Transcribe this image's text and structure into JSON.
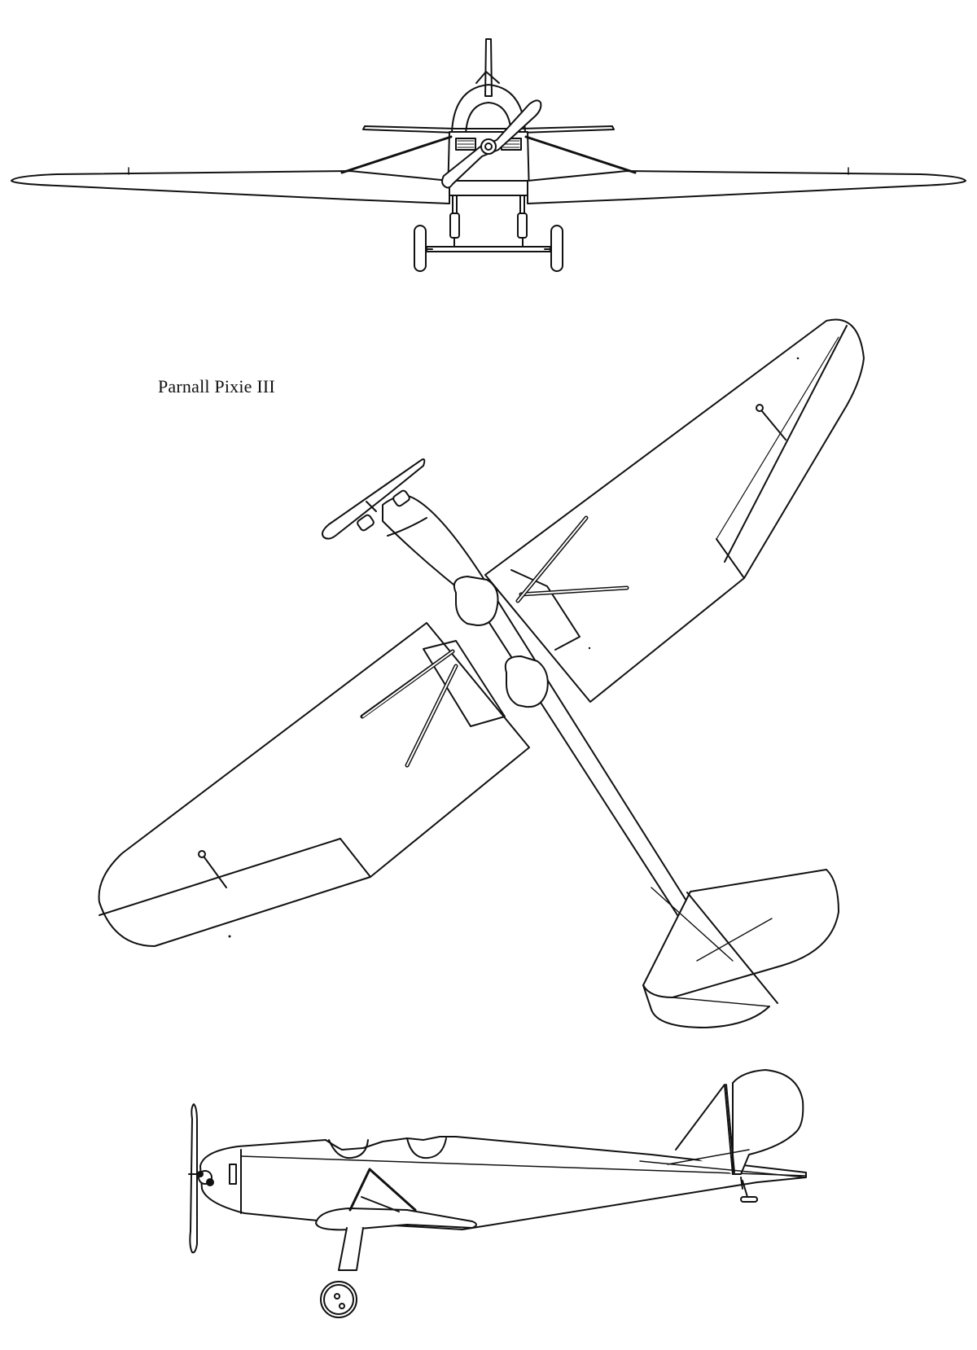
{
  "drawing": {
    "caption": "Parnall Pixie III",
    "line_color": "#111111",
    "background_color": "#ffffff",
    "views": [
      {
        "id": "front",
        "name": "front view"
      },
      {
        "id": "plan",
        "name": "plan view"
      },
      {
        "id": "side",
        "name": "side elevation"
      }
    ]
  }
}
